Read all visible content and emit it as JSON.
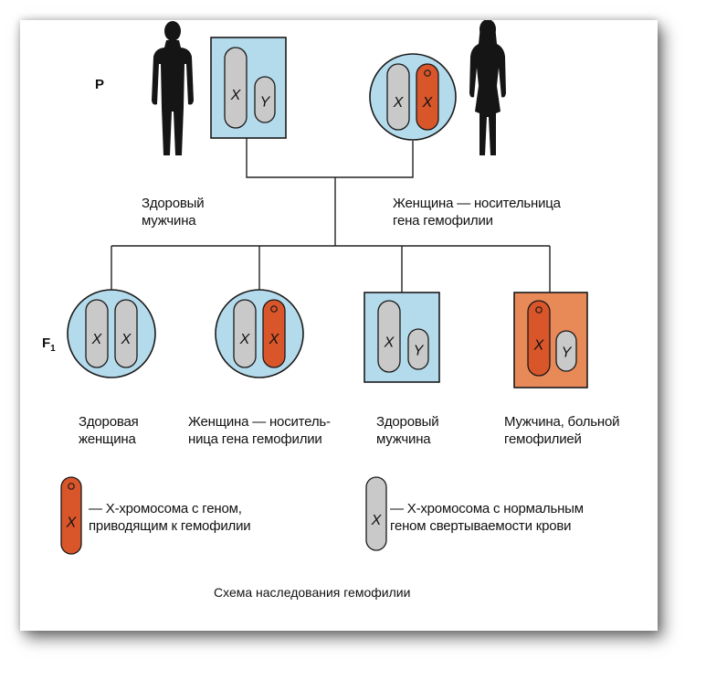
{
  "colors": {
    "cell_fill": "#b4dbec",
    "normal_chromosome": "#c9c9c9",
    "affected_chromosome": "#d9552a",
    "affected_box": "#e88a57",
    "outline": "#1a1a1a"
  },
  "parents": {
    "generation_label": "P",
    "male_label": "Здоровый\nмужчина",
    "female_label": "Женщина — носительница\nгена гемофилии",
    "male_chromosomes": [
      "X",
      "Y"
    ],
    "female_chromosomes": [
      "X",
      "X"
    ]
  },
  "offspring": {
    "generation_label": "F",
    "generation_sub": "1",
    "labels": [
      "Здоровая\nженщина",
      "Женщина — носитель-\nница гена гемофилии",
      "Здоровый\nмужчина",
      "Мужчина, больной\nгемофилией"
    ]
  },
  "legend": {
    "affected_letter": "X",
    "normal_letter": "X",
    "affected_text": "— X-хромосома с геном,\nприводящим к гемофилии",
    "normal_text": "— X-хромосома с нормальным\nгеном свертываемости крови"
  },
  "caption": "Схема наследования гемофилии"
}
